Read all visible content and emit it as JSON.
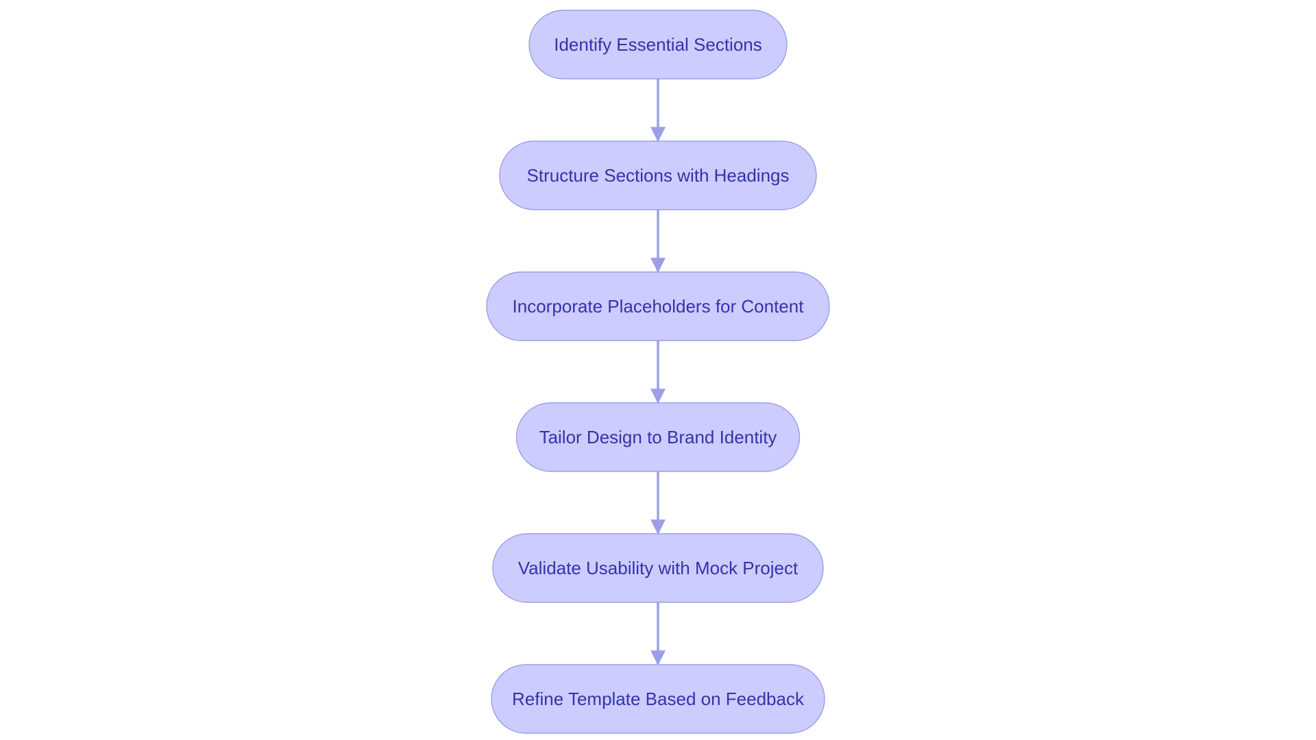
{
  "diagram": {
    "type": "flowchart",
    "direction": "top-to-bottom",
    "colors": {
      "node_fill": "#CCCCFF",
      "node_stroke": "#9A9FE8",
      "text": "#3333AA",
      "edge": "#9A9FE8"
    },
    "nodes": [
      {
        "id": "n1",
        "label": "Identify Essential Sections"
      },
      {
        "id": "n2",
        "label": "Structure Sections with Headings"
      },
      {
        "id": "n3",
        "label": "Incorporate Placeholders for Content"
      },
      {
        "id": "n4",
        "label": "Tailor Design to Brand Identity"
      },
      {
        "id": "n5",
        "label": "Validate Usability with Mock Project"
      },
      {
        "id": "n6",
        "label": "Refine Template Based on Feedback"
      }
    ],
    "edges": [
      {
        "from": "n1",
        "to": "n2"
      },
      {
        "from": "n2",
        "to": "n3"
      },
      {
        "from": "n3",
        "to": "n4"
      },
      {
        "from": "n4",
        "to": "n5"
      },
      {
        "from": "n5",
        "to": "n6"
      }
    ]
  }
}
